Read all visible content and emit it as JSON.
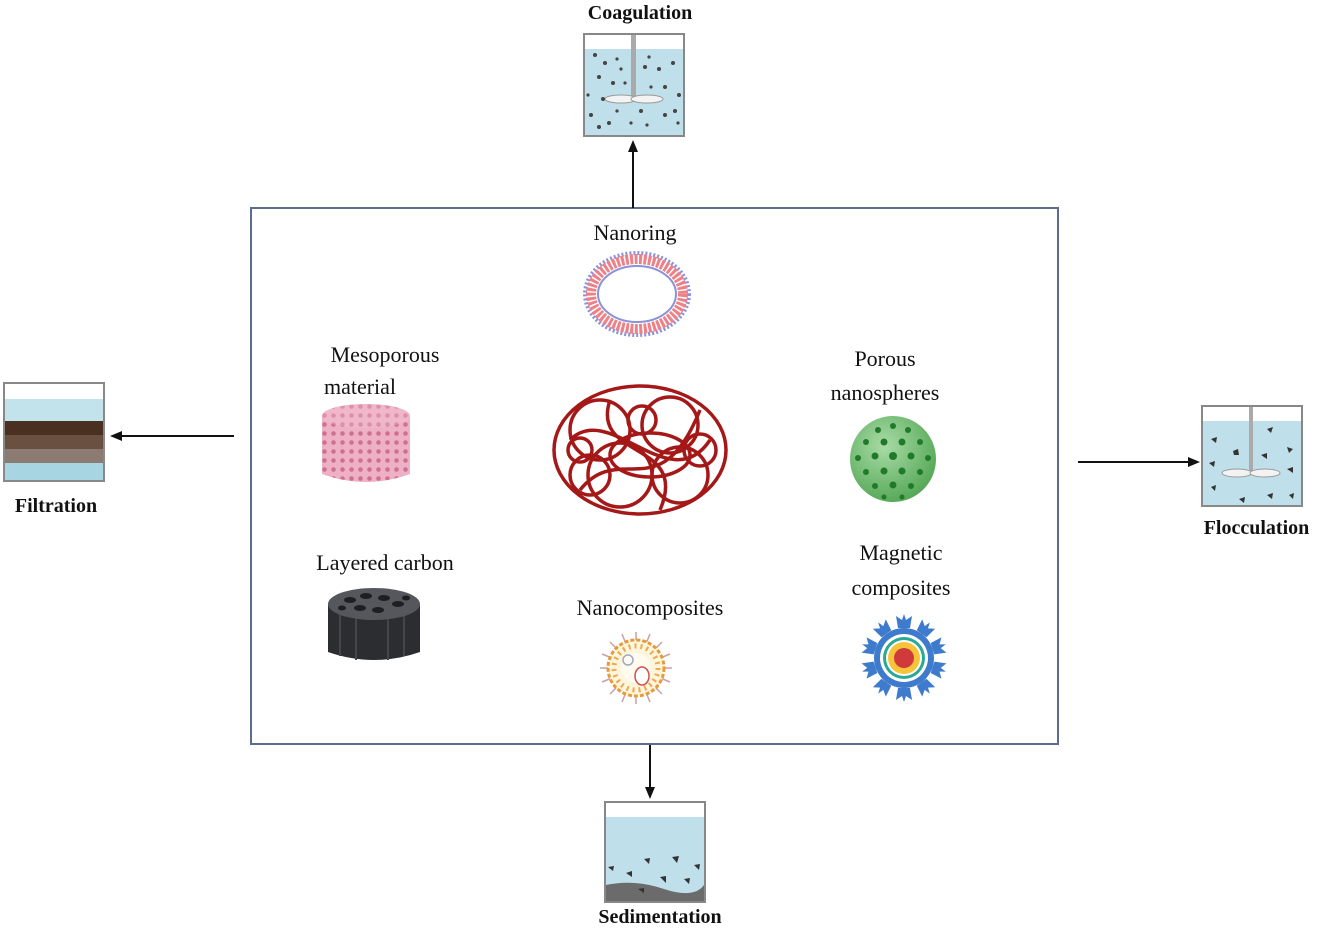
{
  "diagram": {
    "processes": {
      "top": {
        "label": "Coagulation",
        "icon": "coagulation-tank"
      },
      "left": {
        "label": "Filtration",
        "icon": "filtration-column"
      },
      "right": {
        "label": "Flocculation",
        "icon": "flocculation-tank"
      },
      "bottom": {
        "label": "Sedimentation",
        "icon": "sedimentation-tank"
      }
    },
    "materials": {
      "nanoring": {
        "label": "Nanoring"
      },
      "mesoporous": {
        "label_line1": "Mesoporous",
        "label_line2": "material"
      },
      "porous": {
        "label_line1": "Porous",
        "label_line2": "nanospheres"
      },
      "layered": {
        "label": "Layered carbon"
      },
      "nanocomposites": {
        "label": "Nanocomposites"
      },
      "magnetic": {
        "label_line1": "Magnetic",
        "label_line2": "composites"
      },
      "center": {
        "icon": "polymer-network"
      }
    },
    "colors": {
      "water": "#bfe0ea",
      "box_border": "#5d6c8c",
      "nanoring": "#e8707a",
      "mesoporous": "#e8a4b8",
      "porous": "#5fb060",
      "carbon": "#2c2d30",
      "polymer": "#a51818",
      "magnetic_gear": "#3e7bcc"
    }
  }
}
